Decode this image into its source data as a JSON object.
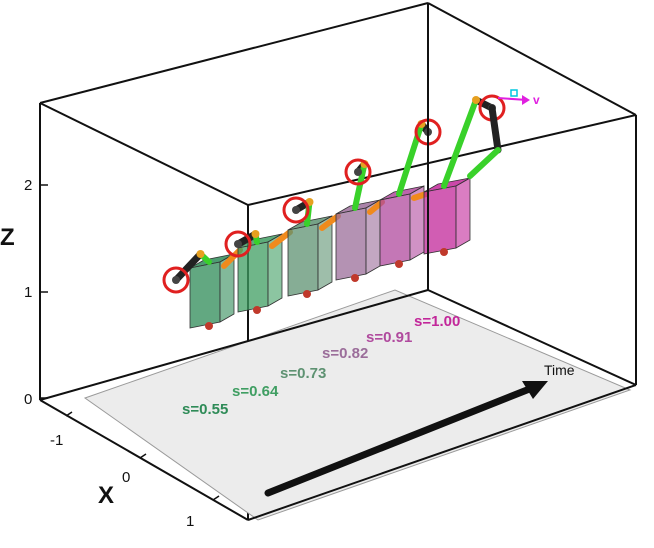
{
  "axes": {
    "z_label": "Z",
    "x_label": "X",
    "z_ticks": [
      "0",
      "1",
      "2"
    ],
    "x_ticks": [
      "-1",
      "0",
      "1"
    ]
  },
  "time_label": "Time",
  "velocity_label": "v",
  "frames": [
    {
      "label": "s=0.55",
      "color": "#2e8b57"
    },
    {
      "label": "s=0.64",
      "color": "#3f9e62"
    },
    {
      "label": "s=0.73",
      "color": "#5e9272"
    },
    {
      "label": "s=0.82",
      "color": "#9b6d9a"
    },
    {
      "label": "s=0.91",
      "color": "#b04a9e"
    },
    {
      "label": "s=1.00",
      "color": "#c2279a"
    }
  ]
}
